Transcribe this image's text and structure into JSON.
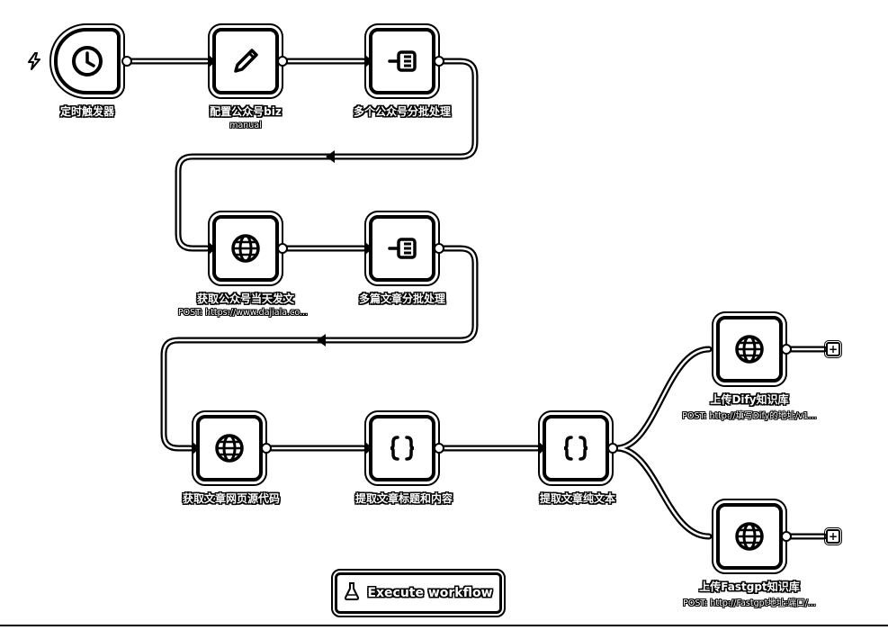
{
  "workflow": {
    "nodes": [
      {
        "id": "timer",
        "label": "定时触发器",
        "sub": "",
        "icon": "clock-icon"
      },
      {
        "id": "config",
        "label": "配置公众号biz",
        "sub": "manual",
        "icon": "pencil-icon"
      },
      {
        "id": "split1",
        "label": "多个公众号分批处理",
        "sub": "",
        "icon": "split-in-batches-icon"
      },
      {
        "id": "fetch_daily",
        "label": "获取公众号当天发文",
        "sub": "POST: https://www.dajiala.co...",
        "icon": "globe-icon"
      },
      {
        "id": "split2",
        "label": "多篇文章分批处理",
        "sub": "",
        "icon": "split-in-batches-icon"
      },
      {
        "id": "fetch_source",
        "label": "获取文章网页源代码",
        "sub": "",
        "icon": "globe-icon"
      },
      {
        "id": "extract_title",
        "label": "提取文章标题和内容",
        "sub": "",
        "icon": "code-braces-icon"
      },
      {
        "id": "extract_text",
        "label": "提取文章纯文本",
        "sub": "",
        "icon": "code-braces-icon"
      },
      {
        "id": "upload_dify",
        "label": "上传Dify知识库",
        "sub": "POST: http://填写Dify的地址/v1...",
        "icon": "globe-icon"
      },
      {
        "id": "upload_fastgpt",
        "label": "上传Fastgpt知识库",
        "sub": "POST: http://Fastgpt地址:端口/...",
        "icon": "globe-icon"
      }
    ],
    "add_node_symbol": "+"
  },
  "execute_button": {
    "label": "Execute workflow",
    "icon": "flask-icon"
  },
  "trigger_marker": {
    "icon": "lightning-bolt-icon"
  }
}
